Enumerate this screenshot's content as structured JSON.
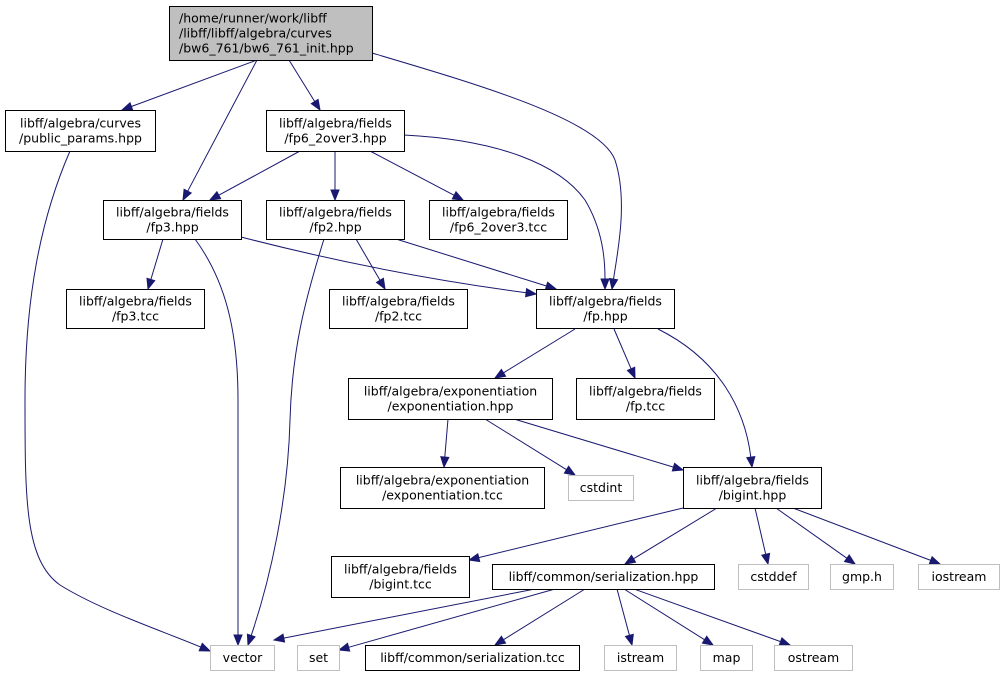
{
  "colors": {
    "edge": "#191970",
    "root_fill": "#bfbfbf",
    "node_border": "#000000",
    "system_border": "#bfbfbf",
    "text": "#000000",
    "background": "#ffffff"
  },
  "nodes": [
    {
      "id": "root",
      "lines": [
        "/home/runner/work/libff",
        "/libff/libff/algebra/curves",
        "/bw6_761/bw6_761_init.hpp"
      ],
      "style": "root"
    },
    {
      "id": "public_params",
      "lines": [
        "libff/algebra/curves",
        "/public_params.hpp"
      ],
      "style": "normal"
    },
    {
      "id": "fp6_2over3_hpp",
      "lines": [
        "libff/algebra/fields",
        "/fp6_2over3.hpp"
      ],
      "style": "normal"
    },
    {
      "id": "fp3_hpp",
      "lines": [
        "libff/algebra/fields",
        "/fp3.hpp"
      ],
      "style": "normal"
    },
    {
      "id": "fp2_hpp",
      "lines": [
        "libff/algebra/fields",
        "/fp2.hpp"
      ],
      "style": "normal"
    },
    {
      "id": "fp6_2over3_tcc",
      "lines": [
        "libff/algebra/fields",
        "/fp6_2over3.tcc"
      ],
      "style": "normal"
    },
    {
      "id": "fp3_tcc",
      "lines": [
        "libff/algebra/fields",
        "/fp3.tcc"
      ],
      "style": "normal"
    },
    {
      "id": "fp2_tcc",
      "lines": [
        "libff/algebra/fields",
        "/fp2.tcc"
      ],
      "style": "normal"
    },
    {
      "id": "fp_hpp",
      "lines": [
        "libff/algebra/fields",
        "/fp.hpp"
      ],
      "style": "normal"
    },
    {
      "id": "exp_hpp",
      "lines": [
        "libff/algebra/exponentiation",
        "/exponentiation.hpp"
      ],
      "style": "normal"
    },
    {
      "id": "fp_tcc",
      "lines": [
        "libff/algebra/fields",
        "/fp.tcc"
      ],
      "style": "normal"
    },
    {
      "id": "exp_tcc",
      "lines": [
        "libff/algebra/exponentiation",
        "/exponentiation.tcc"
      ],
      "style": "normal"
    },
    {
      "id": "cstdint",
      "lines": [
        "cstdint"
      ],
      "style": "system"
    },
    {
      "id": "bigint_hpp",
      "lines": [
        "libff/algebra/fields",
        "/bigint.hpp"
      ],
      "style": "normal"
    },
    {
      "id": "bigint_tcc",
      "lines": [
        "libff/algebra/fields",
        "/bigint.tcc"
      ],
      "style": "normal"
    },
    {
      "id": "serialization_hpp",
      "lines": [
        "libff/common/serialization.hpp"
      ],
      "style": "normal"
    },
    {
      "id": "cstddef",
      "lines": [
        "cstddef"
      ],
      "style": "system"
    },
    {
      "id": "gmp_h",
      "lines": [
        "gmp.h"
      ],
      "style": "system"
    },
    {
      "id": "iostream",
      "lines": [
        "iostream"
      ],
      "style": "system"
    },
    {
      "id": "vector",
      "lines": [
        "vector"
      ],
      "style": "system"
    },
    {
      "id": "set",
      "lines": [
        "set"
      ],
      "style": "system"
    },
    {
      "id": "serialization_tcc",
      "lines": [
        "libff/common/serialization.tcc"
      ],
      "style": "normal"
    },
    {
      "id": "istream",
      "lines": [
        "istream"
      ],
      "style": "system"
    },
    {
      "id": "map",
      "lines": [
        "map"
      ],
      "style": "system"
    },
    {
      "id": "ostream",
      "lines": [
        "ostream"
      ],
      "style": "system"
    }
  ],
  "edges": [
    {
      "from": "root",
      "to": "public_params"
    },
    {
      "from": "root",
      "to": "fp3_hpp"
    },
    {
      "from": "root",
      "to": "fp6_2over3_hpp"
    },
    {
      "from": "root",
      "to": "fp_hpp"
    },
    {
      "from": "public_params",
      "to": "vector"
    },
    {
      "from": "fp6_2over3_hpp",
      "to": "fp3_hpp"
    },
    {
      "from": "fp6_2over3_hpp",
      "to": "fp2_hpp"
    },
    {
      "from": "fp6_2over3_hpp",
      "to": "fp6_2over3_tcc"
    },
    {
      "from": "fp6_2over3_hpp",
      "to": "fp_hpp"
    },
    {
      "from": "fp3_hpp",
      "to": "fp3_tcc"
    },
    {
      "from": "fp3_hpp",
      "to": "fp_hpp"
    },
    {
      "from": "fp3_hpp",
      "to": "vector"
    },
    {
      "from": "fp2_hpp",
      "to": "fp2_tcc"
    },
    {
      "from": "fp2_hpp",
      "to": "fp_hpp"
    },
    {
      "from": "fp2_hpp",
      "to": "vector"
    },
    {
      "from": "fp_hpp",
      "to": "exp_hpp"
    },
    {
      "from": "fp_hpp",
      "to": "fp_tcc"
    },
    {
      "from": "fp_hpp",
      "to": "bigint_hpp"
    },
    {
      "from": "exp_hpp",
      "to": "exp_tcc"
    },
    {
      "from": "exp_hpp",
      "to": "cstdint"
    },
    {
      "from": "exp_hpp",
      "to": "bigint_hpp"
    },
    {
      "from": "bigint_hpp",
      "to": "bigint_tcc"
    },
    {
      "from": "bigint_hpp",
      "to": "serialization_hpp"
    },
    {
      "from": "bigint_hpp",
      "to": "cstddef"
    },
    {
      "from": "bigint_hpp",
      "to": "gmp_h"
    },
    {
      "from": "bigint_hpp",
      "to": "iostream"
    },
    {
      "from": "serialization_hpp",
      "to": "vector"
    },
    {
      "from": "serialization_hpp",
      "to": "set"
    },
    {
      "from": "serialization_hpp",
      "to": "serialization_tcc"
    },
    {
      "from": "serialization_hpp",
      "to": "istream"
    },
    {
      "from": "serialization_hpp",
      "to": "map"
    },
    {
      "from": "serialization_hpp",
      "to": "ostream"
    }
  ]
}
